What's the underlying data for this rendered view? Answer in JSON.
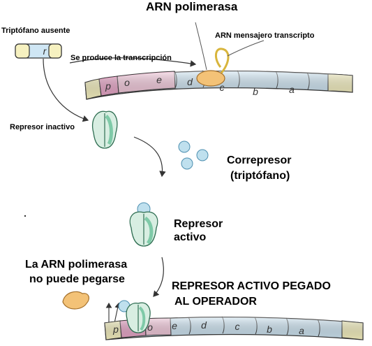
{
  "title": "ARN polimerasa",
  "labels": {
    "tryptophan_absent": "Triptófano ausente",
    "gene_r": "r",
    "transcription": "Se produce la transcripción",
    "mrna": "ARN mensajero transcripto",
    "inactive_repressor": "Represor inactivo",
    "corepressor_line1": "Correpresor",
    "corepressor_line2": "(triptófano)",
    "active_repressor_line1": "Represor",
    "active_repressor_line2": "activo",
    "cannot_bind_line1": "La ARN polimerasa",
    "cannot_bind_line2": "no puede pegarse",
    "bound_line1": "REPRESOR ACTIVO PEGADO",
    "bound_line2": "AL OPERADOR"
  },
  "operon_top": [
    "p",
    "o",
    "e",
    "d",
    "c",
    "b",
    "a"
  ],
  "operon_bottom": [
    "p",
    "o",
    "e",
    "d",
    "c",
    "b",
    "a"
  ],
  "colors": {
    "dna_blue": "#cfe6f4",
    "promoter_pink": "#e9a6c8",
    "operator_pink": "#f4c9dc",
    "end_yellow": "#f6f1c0",
    "polymerase": "#f3c277",
    "repressor": "#7fcaa8",
    "corepressor": "#bfe0ee"
  }
}
